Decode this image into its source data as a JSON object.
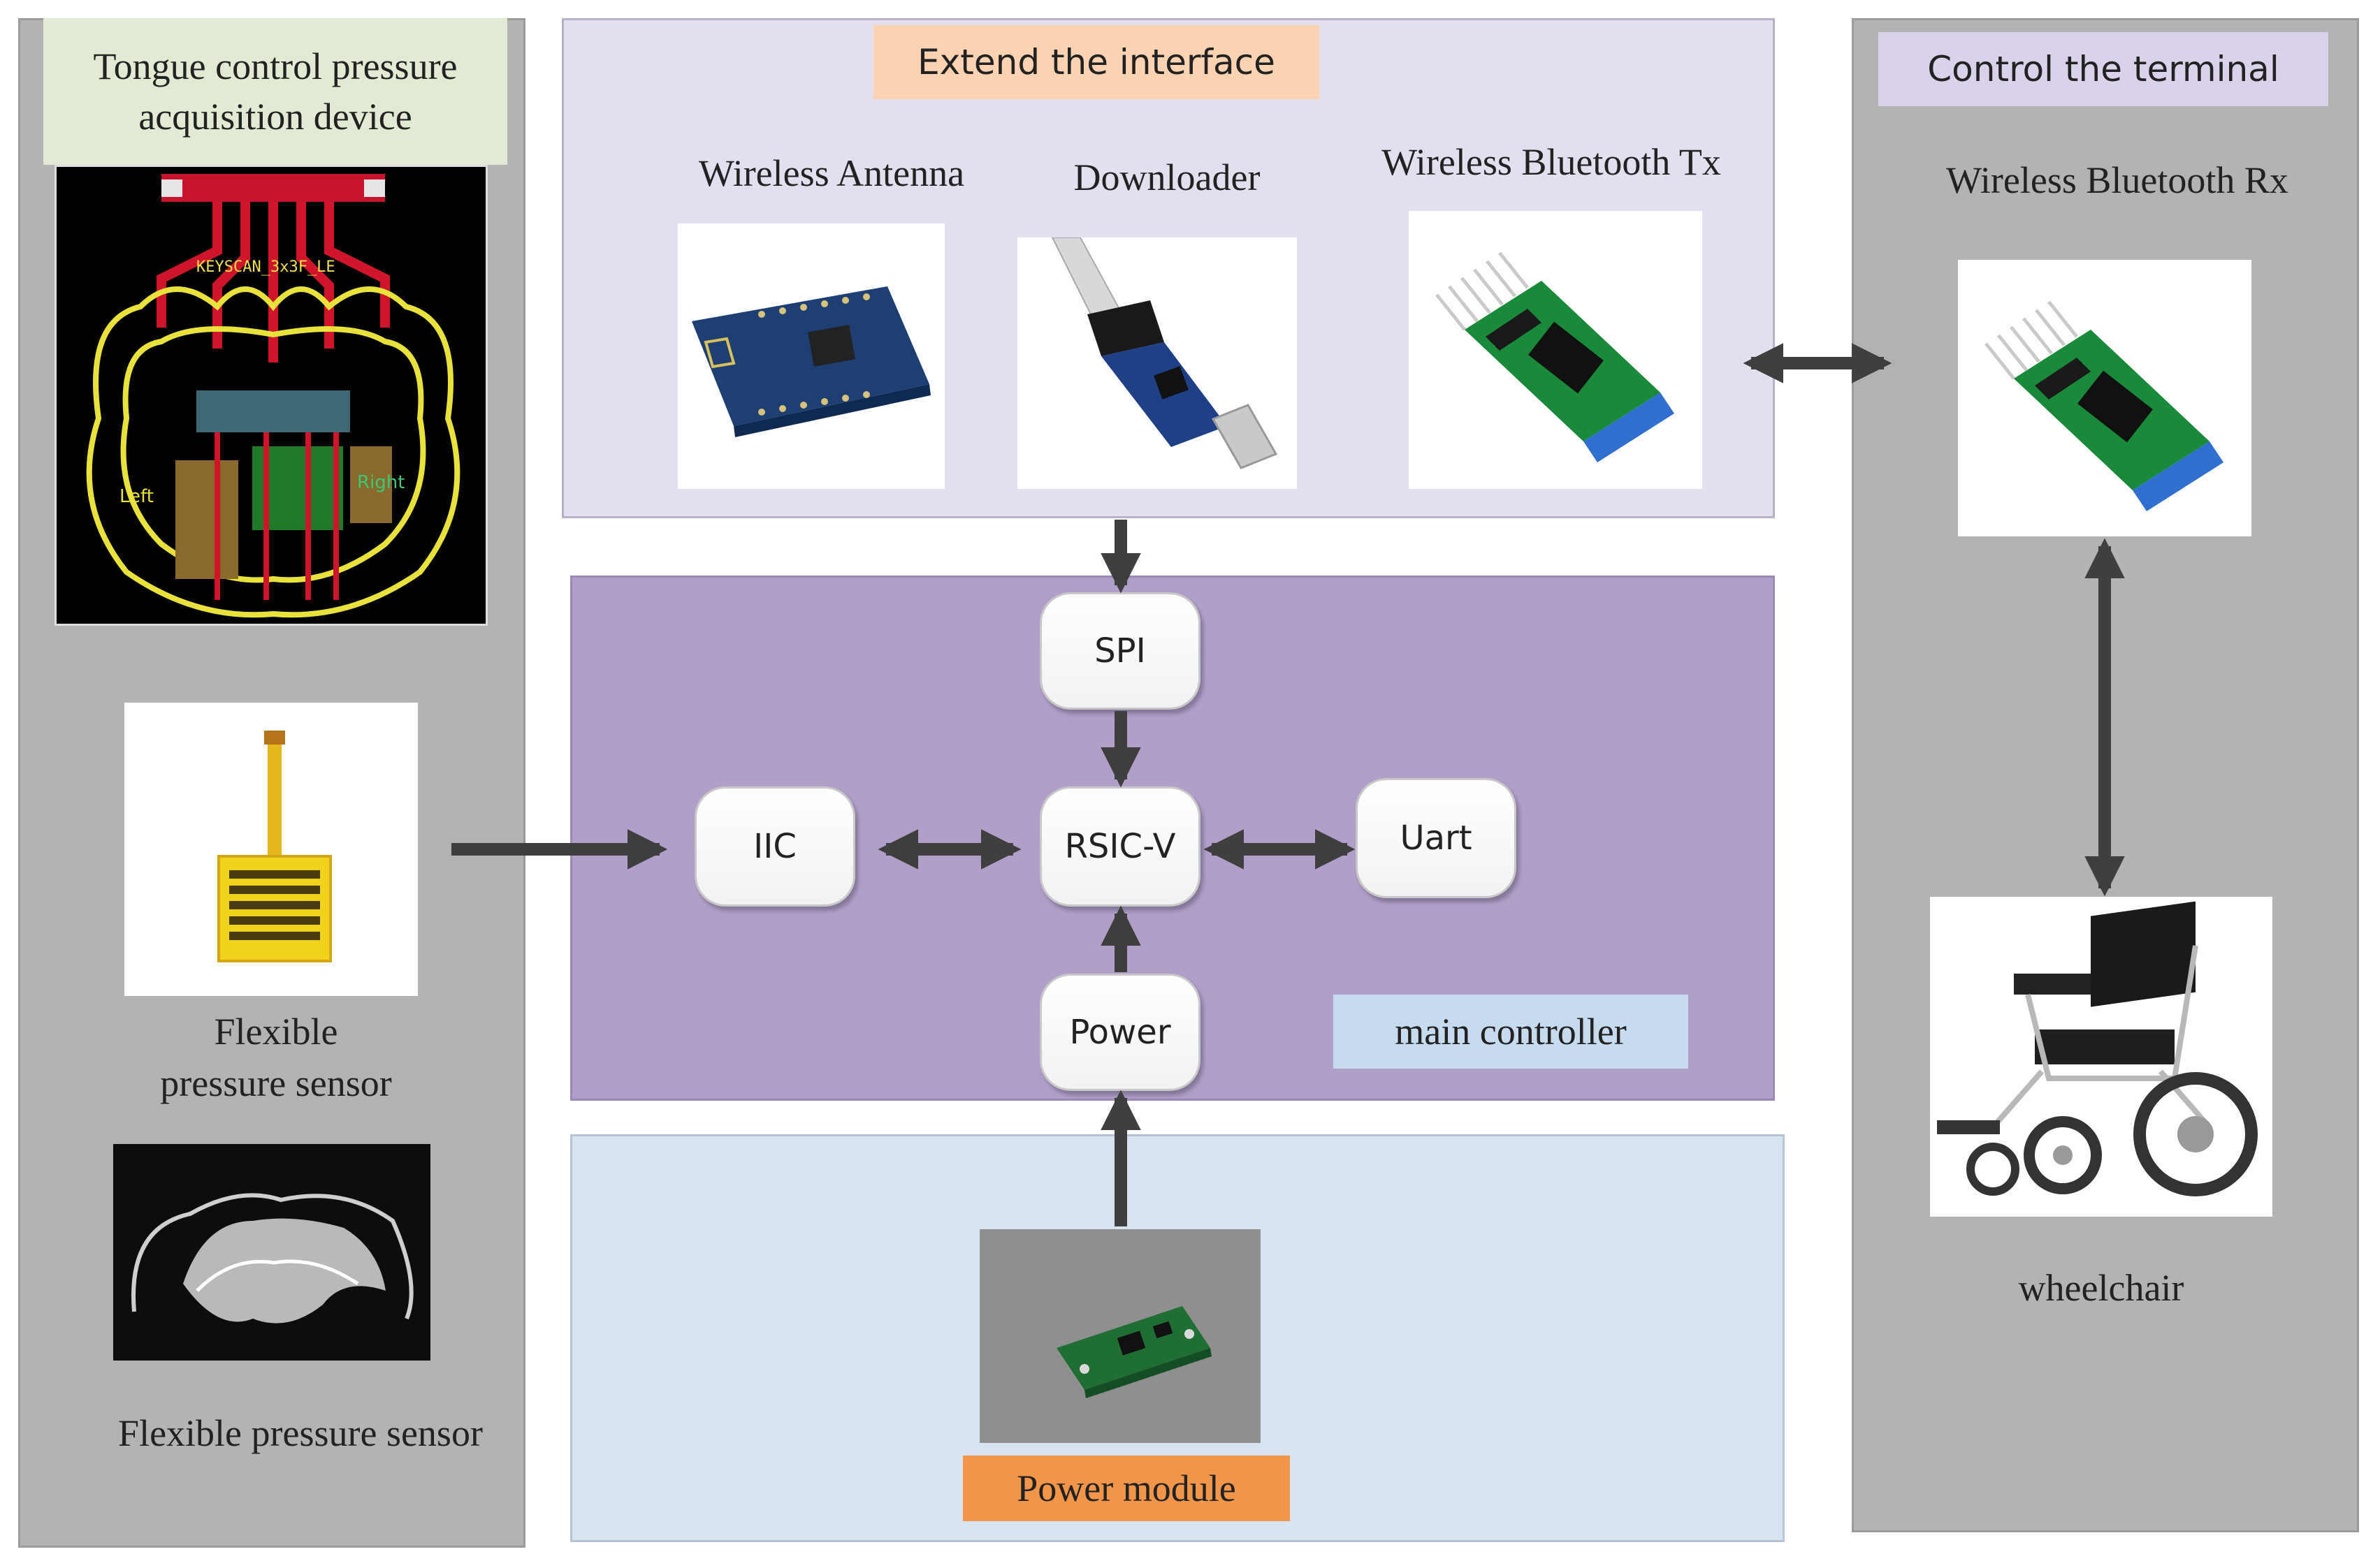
{
  "left_panel": {
    "title": "Tongue control pressure acquisition device",
    "sensor_label": "Flexible\npressure sensor",
    "sensor_label_line1": "Flexible",
    "sensor_label_line2": "pressure sensor",
    "bottom_label": "Flexible pressure sensor"
  },
  "extend_panel": {
    "title": "Extend the interface",
    "items": [
      {
        "label": "Wireless Antenna"
      },
      {
        "label": "Downloader"
      },
      {
        "label": "Wireless Bluetooth Tx"
      }
    ]
  },
  "right_panel": {
    "title": "Control the terminal",
    "rx_label": "Wireless Bluetooth Rx",
    "wheelchair_label": "wheelchair"
  },
  "main_panel": {
    "title": "main controller",
    "nodes": {
      "spi": "SPI",
      "iic": "IIC",
      "cpu": "RSIC-V",
      "uart": "Uart",
      "power": "Power"
    }
  },
  "power_panel": {
    "title": "Power module"
  },
  "colors": {
    "gray_panel": "#b3b3b3",
    "extend_panel": "#e4dfee",
    "main_panel": "#b09fc9",
    "power_panel": "#d8e4ef",
    "title_green": "#e2ead3",
    "title_orange": "#fbd3b2",
    "title_lavender": "#d9d2ea",
    "title_blue": "#c7dbee",
    "power_title": "#f0954a",
    "arrow": "#3f3f3f"
  }
}
